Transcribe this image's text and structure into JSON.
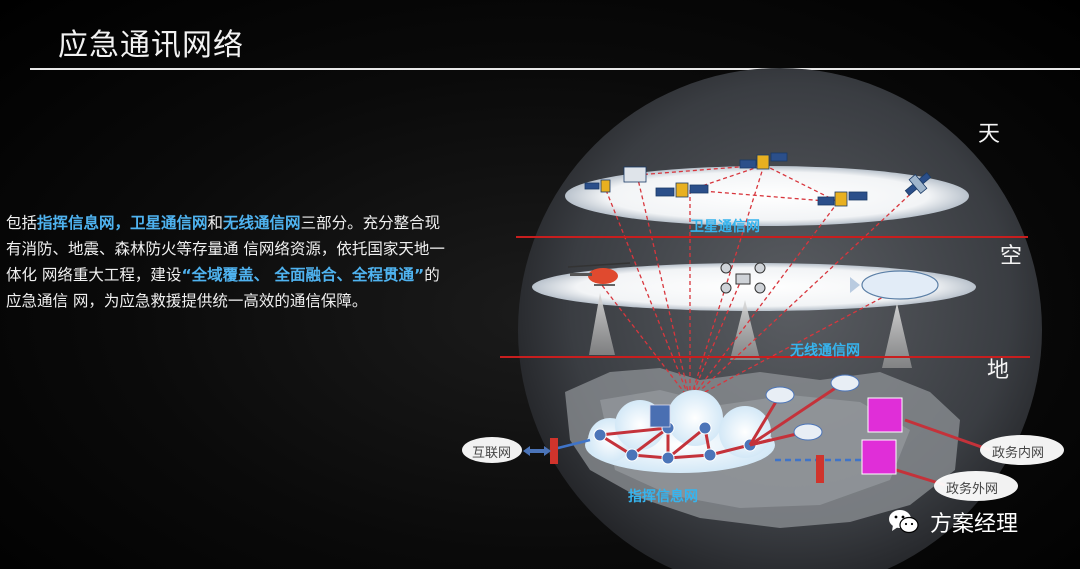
{
  "slide": {
    "title": "应急通讯网络"
  },
  "description": {
    "p1": "包括",
    "h1": "指挥信息网，卫星通信网",
    "p2": "和",
    "h2": "无线通信网",
    "p3": "三部分。充分整合现 有消防、地震、森林防火等存量通 信网络资源，依托国家天地一体化 网络重大工程，建设",
    "h3": "“全域覆盖、 全面融合、全程贯通”",
    "p4": "的应急通信 网，为应急救援提供统一高效的通信保障。"
  },
  "layers": {
    "sky": "天",
    "air": "空",
    "ground": "地"
  },
  "networks": {
    "satellite": "卫星通信网",
    "wireless": "无线通信网",
    "command": "指挥信息网",
    "internet": "互联网",
    "gov_internal": "政务内网",
    "gov_external": "政务外网"
  },
  "brand": {
    "name": "方案经理"
  },
  "colors": {
    "accent_blue": "#36b4ee",
    "divider_red": "#c81e1e",
    "link_red": "#d8363d",
    "gov_magenta": "#e02ed8"
  }
}
